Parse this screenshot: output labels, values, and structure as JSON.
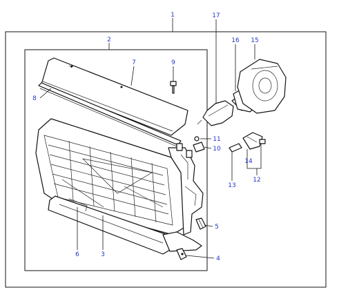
{
  "callouts": [
    {
      "id": "1",
      "text": "1"
    },
    {
      "id": "2",
      "text": "2"
    },
    {
      "id": "3",
      "text": "3"
    },
    {
      "id": "4",
      "text": "4"
    },
    {
      "id": "5",
      "text": "5"
    },
    {
      "id": "6",
      "text": "6"
    },
    {
      "id": "7",
      "text": "7"
    },
    {
      "id": "8",
      "text": "8"
    },
    {
      "id": "9",
      "text": "9"
    },
    {
      "id": "10",
      "text": "10"
    },
    {
      "id": "11",
      "text": "11"
    },
    {
      "id": "12",
      "text": "12"
    },
    {
      "id": "13",
      "text": "13"
    },
    {
      "id": "14",
      "text": "14"
    },
    {
      "id": "15",
      "text": "15"
    },
    {
      "id": "16",
      "text": "16"
    },
    {
      "id": "17",
      "text": "17"
    }
  ],
  "colors": {
    "callout": "#2233cc",
    "line": "#111111",
    "background": "#ffffff"
  }
}
